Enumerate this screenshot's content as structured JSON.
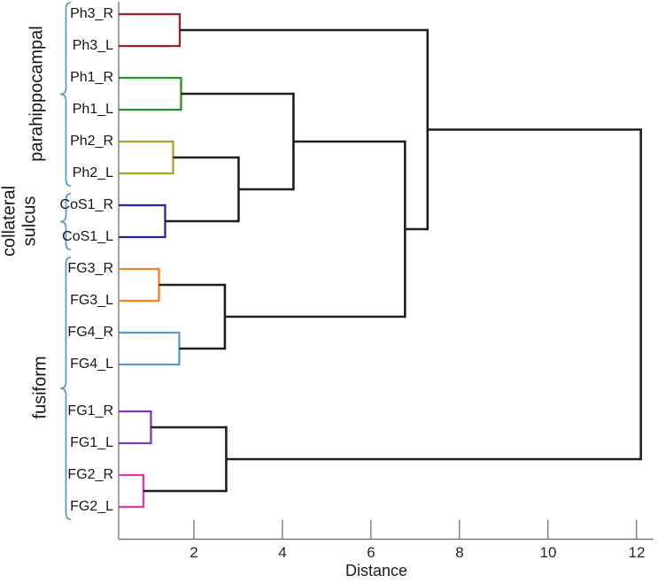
{
  "chart_data": {
    "type": "dendrogram",
    "orientation": "horizontal",
    "xlabel": "Distance",
    "x_ticks": [
      2,
      4,
      6,
      8,
      10,
      12
    ],
    "x_range": [
      0.3,
      12.4
    ],
    "grid": false,
    "leaves": [
      "Ph3_R",
      "Ph3_L",
      "Ph1_R",
      "Ph1_L",
      "Ph2_R",
      "Ph2_L",
      "CoS1_R",
      "CoS1_L",
      "FG3_R",
      "FG3_L",
      "FG4_R",
      "FG4_L",
      "FG1_R",
      "FG1_L",
      "FG2_R",
      "FG2_L"
    ],
    "groups": [
      {
        "label": "parahippocampal",
        "leaf_span": [
          0,
          5
        ]
      },
      {
        "label": "collateral sulcus",
        "label_lines": [
          "collateral",
          "sulcus"
        ],
        "leaf_span": [
          6,
          7
        ]
      },
      {
        "label": "fusiform",
        "leaf_span": [
          8,
          15
        ]
      }
    ],
    "colors": {
      "links": "#1f1f1f",
      "axis": "#7a7a7a",
      "bracket": "#5b9bd5",
      "text": "#161616",
      "clusters": {
        "Ph3": "#9e2123",
        "Ph1": "#1e9421",
        "Ph2": "#a8a22a",
        "CoS1": "#2424aa",
        "FG3": "#f58220",
        "FG4": "#5b9bd5",
        "FG1": "#7a3ab8",
        "FG2": "#e23aa0"
      }
    },
    "linkage": {
      "name": "root",
      "dist": 12.1,
      "children": [
        {
          "name": "parahippocampal+CoS+FG3/FG4",
          "dist": 7.28,
          "children": [
            {
              "name": "Ph3",
              "dist": 1.68,
              "color": "#9e2123",
              "children": [
                {
                  "leaf": 0
                },
                {
                  "leaf": 1
                }
              ]
            },
            {
              "name": "Ph1/Ph2/CoS1+FG3/FG4",
              "dist": 6.77,
              "children": [
                {
                  "name": "Ph1+Ph2+CoS1",
                  "dist": 4.25,
                  "children": [
                    {
                      "name": "Ph1",
                      "dist": 1.71,
                      "color": "#1e9421",
                      "children": [
                        {
                          "leaf": 2
                        },
                        {
                          "leaf": 3
                        }
                      ]
                    },
                    {
                      "name": "Ph2+CoS1",
                      "dist": 3.01,
                      "children": [
                        {
                          "name": "Ph2",
                          "dist": 1.53,
                          "color": "#a8a22a",
                          "children": [
                            {
                              "leaf": 4
                            },
                            {
                              "leaf": 5
                            }
                          ]
                        },
                        {
                          "name": "CoS1",
                          "dist": 1.35,
                          "color": "#2424aa",
                          "children": [
                            {
                              "leaf": 6
                            },
                            {
                              "leaf": 7
                            }
                          ]
                        }
                      ]
                    }
                  ]
                },
                {
                  "name": "FG3+FG4",
                  "dist": 2.7,
                  "children": [
                    {
                      "name": "FG3",
                      "dist": 1.21,
                      "color": "#f58220",
                      "children": [
                        {
                          "leaf": 8
                        },
                        {
                          "leaf": 9
                        }
                      ]
                    },
                    {
                      "name": "FG4",
                      "dist": 1.67,
                      "color": "#5b9bd5",
                      "children": [
                        {
                          "leaf": 10
                        },
                        {
                          "leaf": 11
                        }
                      ]
                    }
                  ]
                }
              ]
            }
          ]
        },
        {
          "name": "FG1+FG2",
          "dist": 2.73,
          "children": [
            {
              "name": "FG1",
              "dist": 1.03,
              "color": "#7a3ab8",
              "children": [
                {
                  "leaf": 12
                },
                {
                  "leaf": 13
                }
              ]
            },
            {
              "name": "FG2",
              "dist": 0.86,
              "color": "#e23aa0",
              "children": [
                {
                  "leaf": 14
                },
                {
                  "leaf": 15
                }
              ]
            }
          ]
        }
      ]
    }
  }
}
